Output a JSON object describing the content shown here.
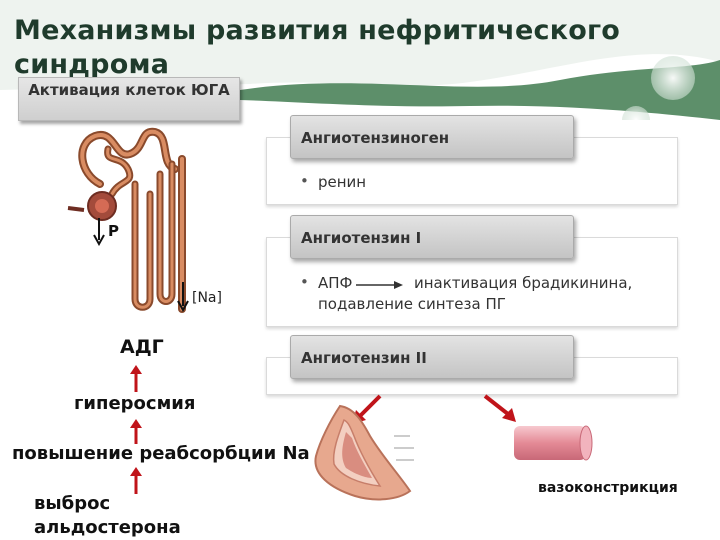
{
  "title": "Механизмы развития нефритического синдрома",
  "juga_box": "Активация клеток ЮГА",
  "kidney": {
    "p_label": "P",
    "na_label": "[Na]"
  },
  "steps": [
    {
      "header": "Ангиотензиноген",
      "bullet": "ренин"
    },
    {
      "header": "Ангиотензин I",
      "bullet_left": "АПФ",
      "bullet_right": "инактивация брадикинина,",
      "bullet_line2": "подавление синтеза ПГ"
    },
    {
      "header": "Ангиотензин II"
    }
  ],
  "left_chain": {
    "adg": "АДГ",
    "hyperosmia": "гиперосмия",
    "reabsorption": "повышение реабсорбции Na",
    "aldosterone": "выброс альдостерона"
  },
  "vasoconstriction": "вазоконстрикция",
  "colors": {
    "accent_green": "#5d8f6a",
    "arrow_red": "#c0141a",
    "pink": "#e48a96"
  }
}
